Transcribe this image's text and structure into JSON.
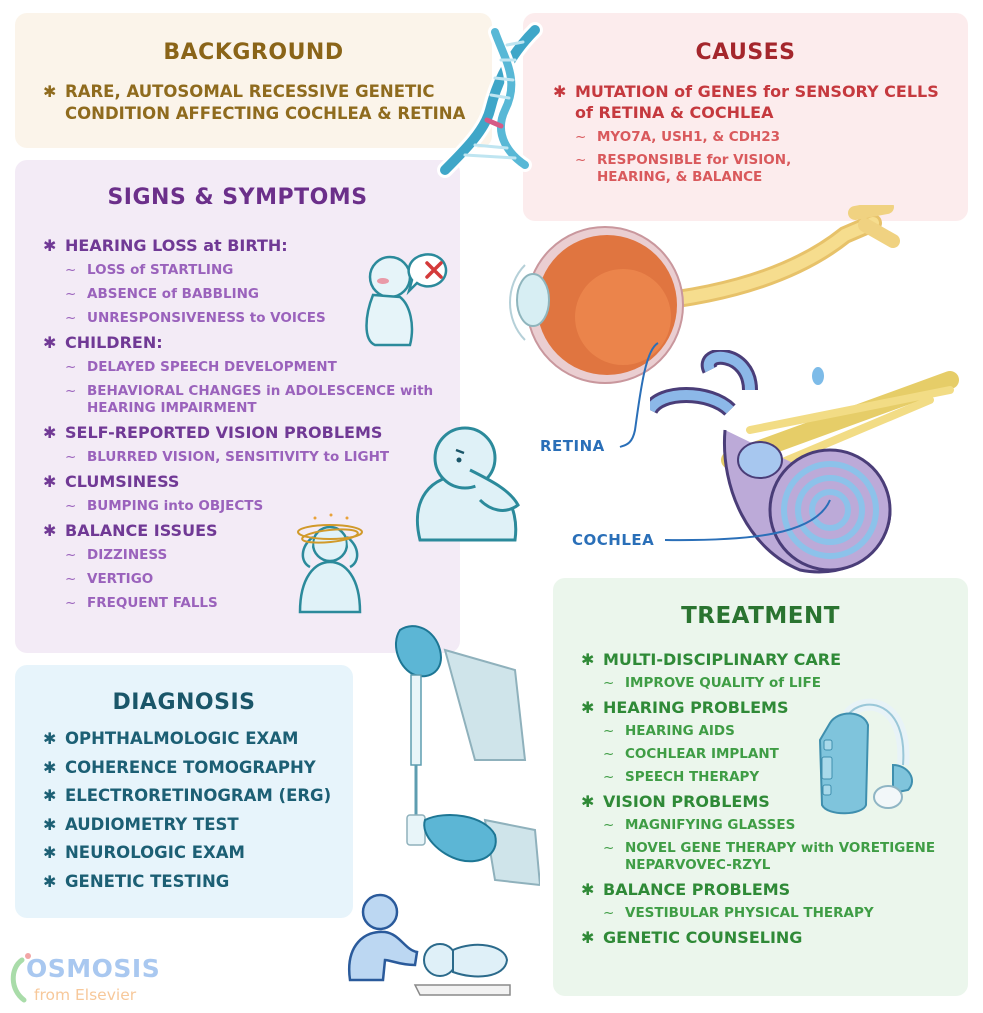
{
  "background": {
    "title": "BACKGROUND",
    "items": [
      {
        "text": "RARE, AUTOSOMAL RECESSIVE GENETIC CONDITION AFFECTING COCHLEA & RETINA"
      }
    ]
  },
  "causes": {
    "title": "CAUSES",
    "items": [
      {
        "text": "MUTATION of GENES for SENSORY CELLS of RETINA & COCHLEA",
        "subitems": [
          "MYO7A, USH1, & CDH23",
          "RESPONSIBLE for VISION, HEARING, & BALANCE"
        ]
      }
    ]
  },
  "signs_symptoms": {
    "title": "SIGNS & SYMPTOMS",
    "items": [
      {
        "text": "HEARING LOSS at BIRTH:",
        "subitems": [
          "LOSS of STARTLING",
          "ABSENCE of BABBLING",
          "UNRESPONSIVENESS to VOICES"
        ]
      },
      {
        "text": "CHILDREN:",
        "subitems": [
          "DELAYED SPEECH DEVELOPMENT",
          "BEHAVIORAL CHANGES in ADOLESCENCE with HEARING IMPAIRMENT"
        ]
      },
      {
        "text": "SELF-REPORTED VISION PROBLEMS",
        "subitems": [
          "BLURRED VISION, SENSITIVITY to LIGHT"
        ]
      },
      {
        "text": "CLUMSINESS",
        "subitems": [
          "BUMPING into OBJECTS"
        ]
      },
      {
        "text": "BALANCE ISSUES",
        "subitems": [
          "DIZZINESS",
          "VERTIGO",
          "FREQUENT FALLS"
        ]
      }
    ]
  },
  "diagnosis": {
    "title": "DIAGNOSIS",
    "items": [
      "OPHTHALMOLOGIC EXAM",
      "COHERENCE TOMOGRAPHY",
      "ELECTRORETINOGRAM (ERG)",
      "AUDIOMETRY TEST",
      "NEUROLOGIC EXAM",
      "GENETIC TESTING"
    ]
  },
  "treatment": {
    "title": "TREATMENT",
    "items": [
      {
        "text": "MULTI-DISCIPLINARY CARE",
        "subitems": [
          "IMPROVE QUALITY of LIFE"
        ]
      },
      {
        "text": "HEARING PROBLEMS",
        "subitems": [
          "HEARING AIDS",
          "COCHLEAR IMPLANT",
          "SPEECH THERAPY"
        ]
      },
      {
        "text": "VISION PROBLEMS",
        "subitems": [
          "MAGNIFYING GLASSES",
          "NOVEL GENE THERAPY with VORETIGENE NEPARVOVEC-RZYL"
        ]
      },
      {
        "text": "BALANCE PROBLEMS",
        "subitems": [
          "VESTIBULAR PHYSICAL THERAPY"
        ]
      },
      {
        "text": "GENETIC COUNSELING",
        "subitems": []
      }
    ]
  },
  "anatomy_labels": {
    "retina": "RETINA",
    "cochlea": "COCHLEA"
  },
  "markers": {
    "bullet": "✱",
    "sub_bullet": "~"
  },
  "branding": {
    "name": "OSMOSIS",
    "tagline": "from Elsevier"
  },
  "colors": {
    "background_panel": "#fbf4ea",
    "background_text": "#8a6418",
    "causes_panel": "#fceced",
    "causes_text": "#a4262c",
    "signs_panel": "#f3ebf6",
    "signs_text": "#6b2f8a",
    "diagnosis_panel": "#e7f4fb",
    "diagnosis_text": "#1a5669",
    "treatment_panel": "#ebf6ec",
    "treatment_text": "#2a7430",
    "label_blue": "#2a6fb8"
  }
}
